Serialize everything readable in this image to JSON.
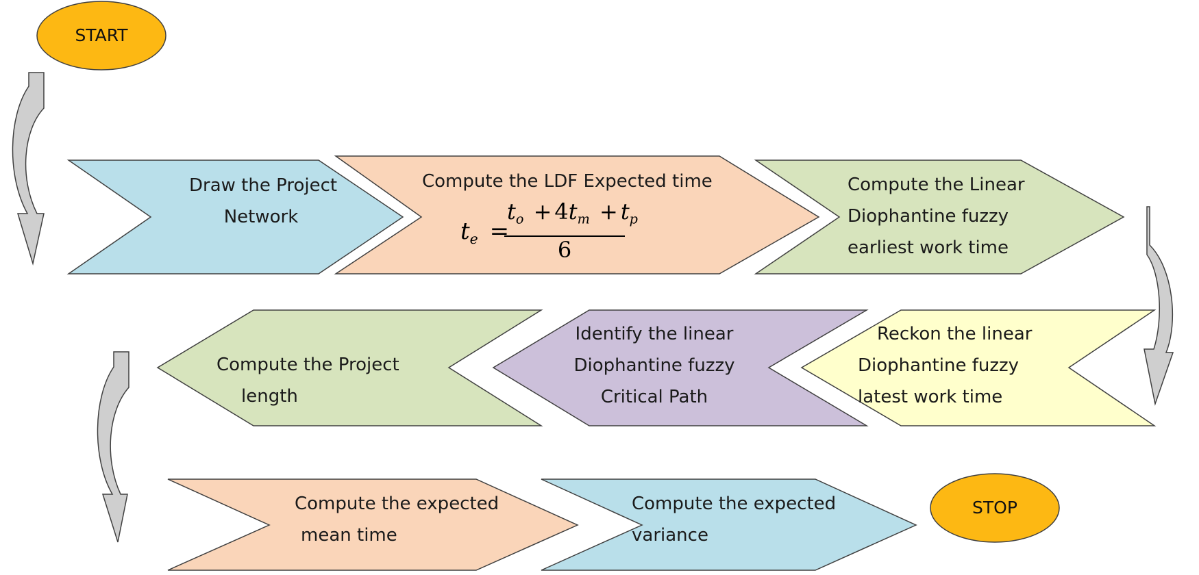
{
  "terminals": {
    "start": {
      "label": "START",
      "fill": "#FDB813"
    },
    "stop": {
      "label": "STOP",
      "fill": "#FDB813"
    }
  },
  "steps": [
    {
      "id": "draw-network",
      "lines": [
        "Draw the Project",
        "Network"
      ],
      "fill": "#B9DFEA"
    },
    {
      "id": "expected-time",
      "lines": [
        "Compute the LDF Expected time"
      ],
      "fill": "#FAD5B9"
    },
    {
      "id": "earliest-time",
      "lines": [
        "Compute the Linear",
        "Diophantine fuzzy",
        "earliest work time"
      ],
      "fill": "#D7E4BD"
    },
    {
      "id": "latest-time",
      "lines": [
        "Reckon the linear",
        "Diophantine fuzzy",
        "latest work time"
      ],
      "fill": "#FFFFCC"
    },
    {
      "id": "critical-path",
      "lines": [
        "Identify the linear",
        "Diophantine fuzzy",
        "Critical Path"
      ],
      "fill": "#CCC0DA"
    },
    {
      "id": "project-length",
      "lines": [
        "Compute the Project",
        "length"
      ],
      "fill": "#D7E4BD"
    },
    {
      "id": "mean-time",
      "lines": [
        "Compute the expected",
        "mean time"
      ],
      "fill": "#FAD5B9"
    },
    {
      "id": "variance",
      "lines": [
        "Compute the expected",
        "variance"
      ],
      "fill": "#B9DFEA"
    }
  ],
  "formula": {
    "lhs": "t",
    "lhs_sub": "e",
    "eq": "=",
    "num_t1": "t",
    "num_t1_sub": "o",
    "num_plus1": "+",
    "num_coef": "4",
    "num_t2": "t",
    "num_t2_sub": "m",
    "num_plus2": "+",
    "num_t3": "t",
    "num_t3_sub": "p",
    "denominator": "6"
  },
  "colors": {
    "connector_fill": "#CFCFCF",
    "outline": "#404040"
  }
}
